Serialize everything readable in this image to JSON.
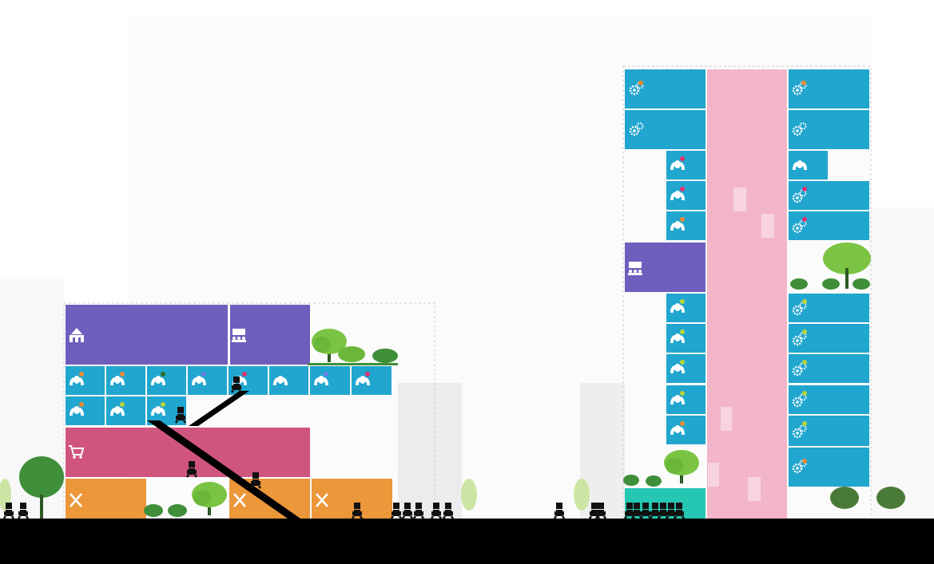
{
  "colors": {
    "background": "#ffffff",
    "ground": "#000000",
    "office": "#6f5ebd",
    "care": "#20a6cf",
    "retail": "#d0557e",
    "food": "#eb973a",
    "core": "#f2b6c8",
    "lobby": "#26c7b2",
    "tree_dark": "#3f8f3a",
    "tree_light": "#7bc443",
    "ghost": "#e6e6e6",
    "person": "#111111"
  },
  "buildings": [
    {
      "name": "left-building",
      "floors": [
        {
          "use": "office",
          "units": [
            "institution-icon",
            "meeting-icon"
          ]
        },
        {
          "use": "care",
          "units": [
            "care-hands-icon",
            "care-hands-icon",
            "care-hands-icon",
            "care-hands-icon",
            "care-hands-icon",
            "care-hands-icon",
            "care-hands-icon",
            "care-hands-icon"
          ]
        },
        {
          "use": "care",
          "units": [
            "care-hands-icon",
            "care-hands-icon",
            "care-hands-icon"
          ]
        },
        {
          "use": "retail",
          "units": [
            "shopping-cart-icon"
          ]
        },
        {
          "use": "food",
          "units": [
            "cutlery-icon",
            "cutlery-icon",
            "cutlery-icon"
          ]
        }
      ]
    },
    {
      "name": "right-tower",
      "floors": [
        {
          "use": "care",
          "units": [
            "gears-icon",
            "gears-icon"
          ]
        },
        {
          "use": "care",
          "units": [
            "gears-icon",
            "gears-icon"
          ]
        },
        {
          "use": "care",
          "units": [
            "care-hands-icon",
            "care-hands-icon"
          ]
        },
        {
          "use": "care",
          "units": [
            "care-hands-icon",
            "gears-icon"
          ]
        },
        {
          "use": "care",
          "units": [
            "care-hands-icon",
            "gears-icon"
          ]
        },
        {
          "use": "office",
          "units": [
            "meeting-icon"
          ]
        },
        {
          "use": "care",
          "units": [
            "care-hands-icon",
            "gears-icon"
          ]
        },
        {
          "use": "care",
          "units": [
            "care-hands-icon",
            "gears-icon"
          ]
        },
        {
          "use": "care",
          "units": [
            "care-hands-icon",
            "gears-icon"
          ]
        },
        {
          "use": "care",
          "units": [
            "care-hands-icon",
            "gears-icon"
          ]
        },
        {
          "use": "care",
          "units": [
            "care-hands-icon",
            "gears-icon"
          ]
        },
        {
          "use": "lobby",
          "units": [
            "entrance-lobby"
          ]
        }
      ]
    }
  ],
  "legend": []
}
